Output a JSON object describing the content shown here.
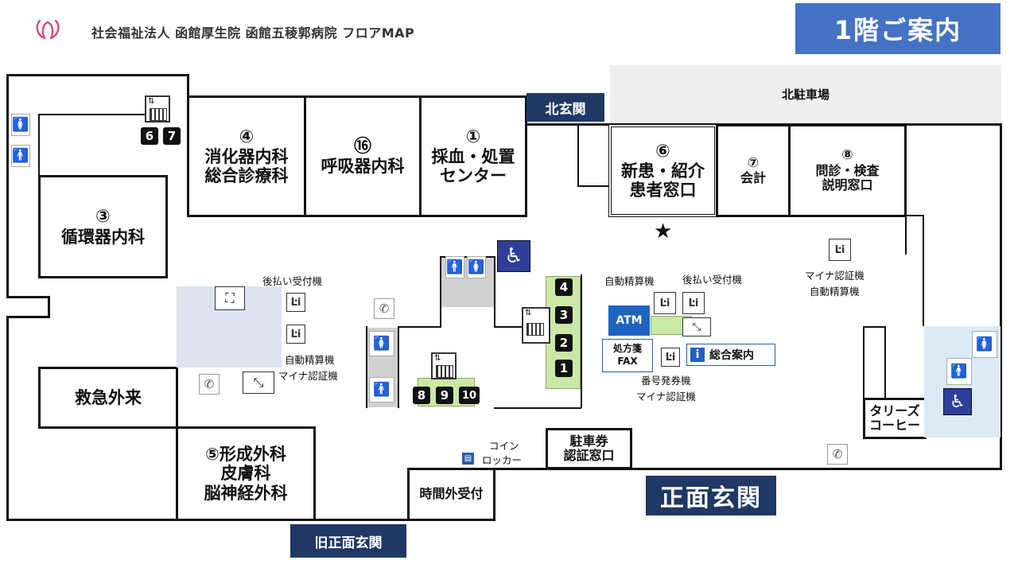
{
  "header": {
    "title": "社会福祉法人 函館厚生院 函館五稜郭病院 フロアMAP",
    "floor": "1階ご案内",
    "logo_icon": "hospital-logo-icon"
  },
  "parking_north": "北駐車場",
  "entrances": {
    "north": "北玄関",
    "main": "正面玄関",
    "old_main": "旧正面玄関"
  },
  "rooms": {
    "r4": {
      "num": "④",
      "label1": "消化器内科",
      "label2": "総合診療科"
    },
    "r16": {
      "num": "⑯",
      "label1": "呼吸器内科"
    },
    "r1": {
      "num": "①",
      "label1": "採血・処置",
      "label2": "センター"
    },
    "r6": {
      "num": "⑥",
      "label1": "新患・紹介",
      "label2": "患者窓口"
    },
    "r7": {
      "num": "⑦",
      "label1": "会計"
    },
    "r8": {
      "num": "⑧",
      "label1": "問診・検査",
      "label2": "説明窓口"
    },
    "r3": {
      "num": "③",
      "label1": "循環器内科"
    },
    "er": {
      "label1": "救急外来"
    },
    "r5": {
      "label1": "⑤形成外科",
      "label2": "皮膚科",
      "label3": "脳神経外科"
    },
    "afterhours": {
      "label1": "時間外受付"
    },
    "parking_ticket": {
      "label1": "駐車券",
      "label2": "認証窓口"
    },
    "tullys": {
      "label1": "タリーズ",
      "label2": "コーヒー"
    }
  },
  "labels": {
    "postpay1": "後払い受付機",
    "autopay1": "自動精算機",
    "myna1": "マイナ認証機",
    "autopay2": "自動精算機",
    "postpay2": "後払い受付機",
    "myna2": "マイナ認証機",
    "autopay3": "自動精算機",
    "ticket": "番号発券機",
    "myna3": "マイナ認証機",
    "atm": "ATM",
    "rx1": "処方箋",
    "rx2": "FAX",
    "info_i": "i",
    "info": "総合案内",
    "coin1": "コイン",
    "coin2": "ロッカー",
    "star": "★"
  },
  "elevators": {
    "a": [
      "6",
      "7"
    ],
    "b": [
      "4",
      "3",
      "2",
      "1"
    ],
    "c": [
      "8",
      "9",
      "10"
    ]
  }
}
